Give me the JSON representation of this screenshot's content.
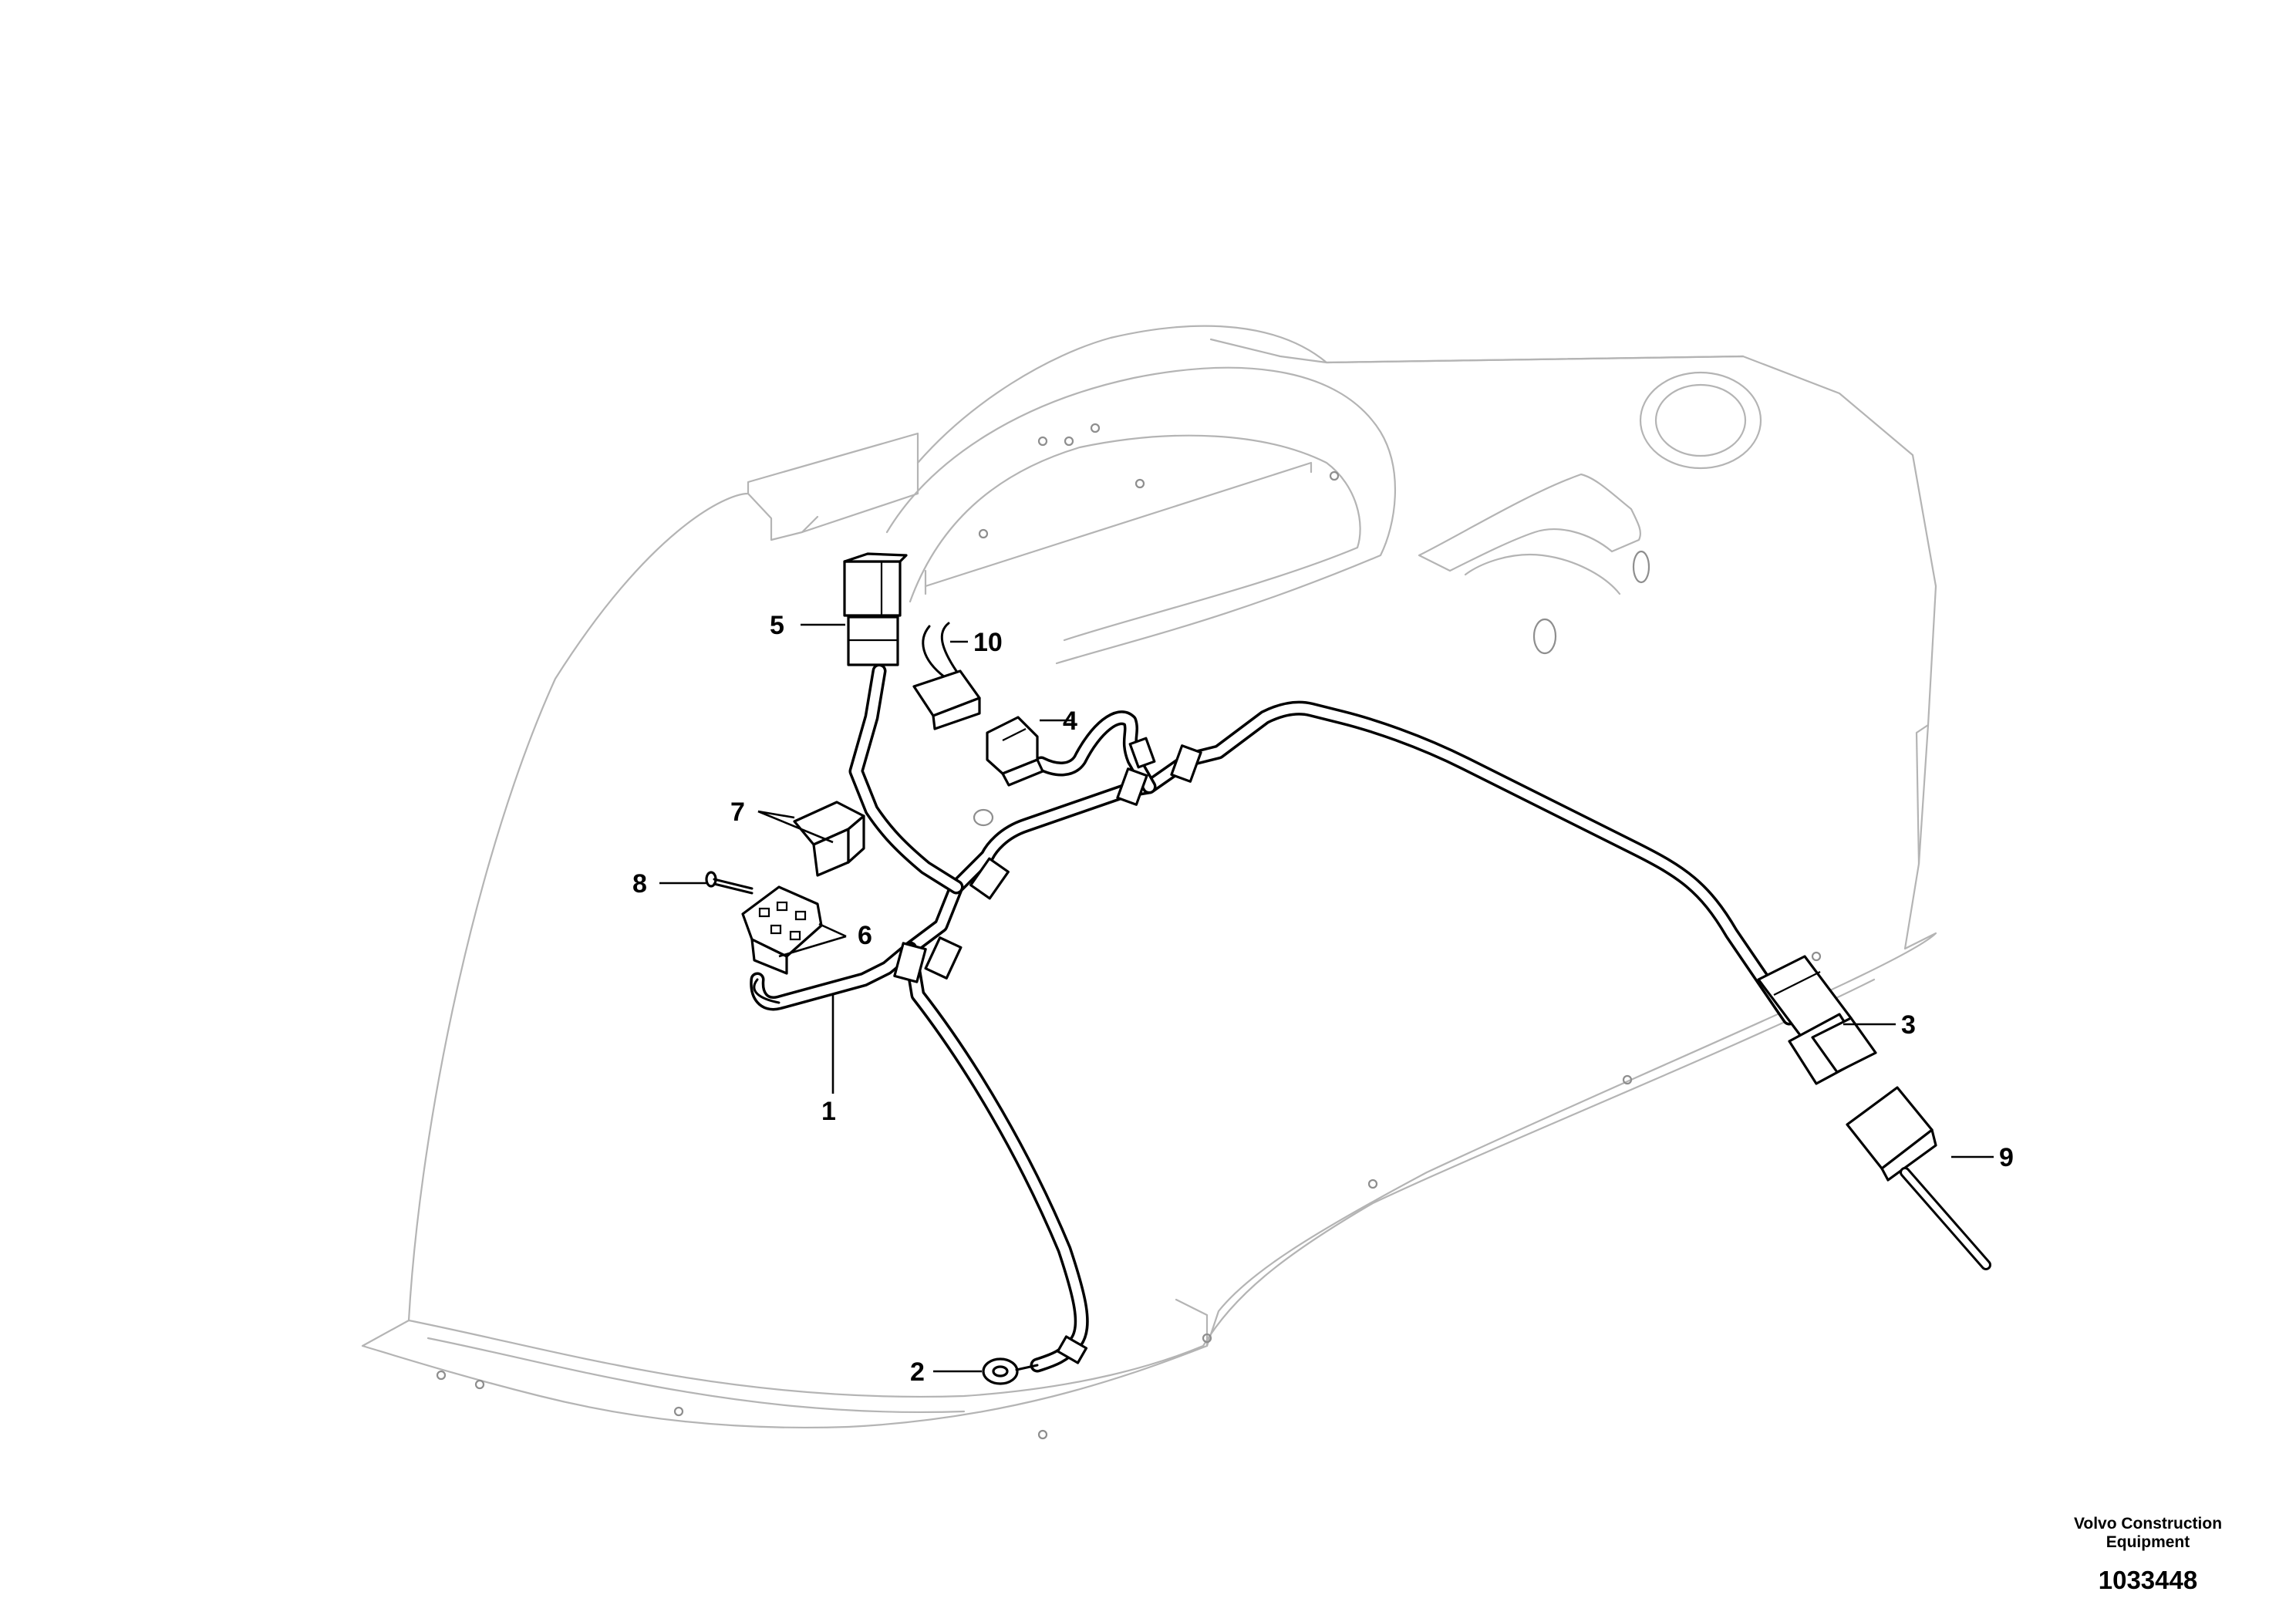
{
  "callouts": {
    "c1": "1",
    "c2": "2",
    "c3": "3",
    "c4": "4",
    "c5": "5",
    "c6": "6",
    "c7": "7",
    "c8": "8",
    "c9": "9",
    "c10": "10"
  },
  "publisher": {
    "line1": "Volvo Construction",
    "line2": "Equipment"
  },
  "drawing_number": "1033448"
}
